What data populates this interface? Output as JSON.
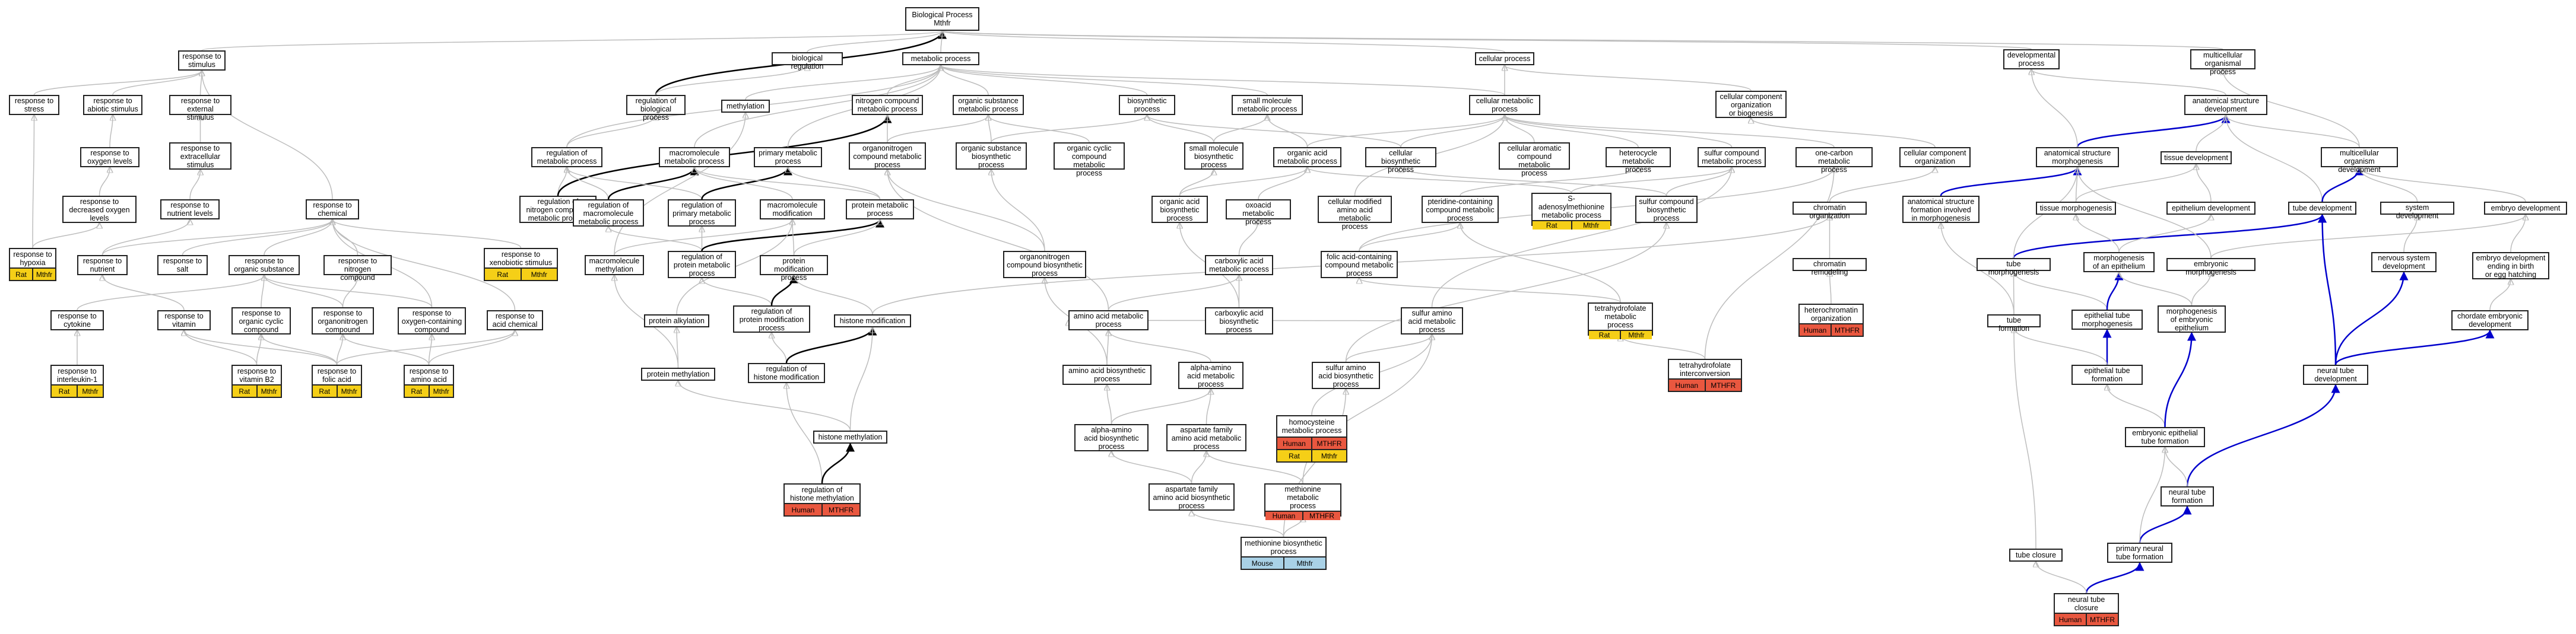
{
  "diagram": {
    "title": "Biological Process",
    "colors": {
      "Human": "#e9573f",
      "Rat": "#f5cf17",
      "Mouse": "#a9d1e6",
      "edge_gray": "#bdbdbd",
      "edge_black": "#000000",
      "edge_blue": "#0000cc"
    },
    "nodes": [
      {
        "id": "bp",
        "label": "Biological Process\nMthfr"
      },
      {
        "id": "rts",
        "label": "response to\nstimulus"
      },
      {
        "id": "rbp",
        "label": "regulation of\nbiological process"
      },
      {
        "id": "breg",
        "label": "biological regulation"
      },
      {
        "id": "meth",
        "label": "methylation"
      },
      {
        "id": "mp",
        "label": "metabolic process"
      },
      {
        "id": "cp",
        "label": "cellular process"
      },
      {
        "id": "dp",
        "label": "developmental\nprocess"
      },
      {
        "id": "mop",
        "label": "multicellular\norganismal process"
      },
      {
        "id": "rstress",
        "label": "response to\nstress"
      },
      {
        "id": "rabio",
        "label": "response to\nabiotic stimulus"
      },
      {
        "id": "rext",
        "label": "response to\nexternal stimulus"
      },
      {
        "id": "rox",
        "label": "response to\noxygen levels"
      },
      {
        "id": "rextra",
        "label": "response to\nextracellular\nstimulus"
      },
      {
        "id": "rdox",
        "label": "response to\ndecreased oxygen\nlevels"
      },
      {
        "id": "rnl",
        "label": "response to\nnutrient levels"
      },
      {
        "id": "rhyp",
        "label": "response to\nhypoxia",
        "tags": [
          {
            "sp": "Rat",
            "g": "Mthfr"
          }
        ]
      },
      {
        "id": "rchem",
        "label": "response to\nchemical"
      },
      {
        "id": "rnut",
        "label": "response to\nnutrient"
      },
      {
        "id": "rsalt",
        "label": "response to\nsalt"
      },
      {
        "id": "ros",
        "label": "response to\norganic substance"
      },
      {
        "id": "rnc",
        "label": "response to\nnitrogen compound"
      },
      {
        "id": "rxeno",
        "label": "response to\nxenobiotic stimulus",
        "tags": [
          {
            "sp": "Rat",
            "g": "Mthfr"
          }
        ]
      },
      {
        "id": "rcyt",
        "label": "response to\ncytokine"
      },
      {
        "id": "rvit",
        "label": "response to\nvitamin"
      },
      {
        "id": "rocc",
        "label": "response to\norganic cyclic\ncompound"
      },
      {
        "id": "roc",
        "label": "response to\norganonitrogen\ncompound"
      },
      {
        "id": "roxc",
        "label": "response to\noxygen-containing\ncompound"
      },
      {
        "id": "racid",
        "label": "response to\nacid chemical"
      },
      {
        "id": "ril1",
        "label": "response to\ninterleukin-1",
        "tags": [
          {
            "sp": "Rat",
            "g": "Mthfr"
          }
        ]
      },
      {
        "id": "rb2",
        "label": "response to\nvitamin B2",
        "tags": [
          {
            "sp": "Rat",
            "g": "Mthfr"
          }
        ]
      },
      {
        "id": "rfol",
        "label": "response to\nfolic acid",
        "tags": [
          {
            "sp": "Rat",
            "g": "Mthfr"
          }
        ]
      },
      {
        "id": "raa",
        "label": "response to\namino acid",
        "tags": [
          {
            "sp": "Rat",
            "g": "Mthfr"
          }
        ]
      },
      {
        "id": "rmetp",
        "label": "regulation of\nmetabolic process"
      },
      {
        "id": "ncmp",
        "label": "nitrogen compound\nmetabolic process"
      },
      {
        "id": "osmp",
        "label": "organic substance\nmetabolic process"
      },
      {
        "id": "biosp",
        "label": "biosynthetic\nprocess"
      },
      {
        "id": "smmp",
        "label": "small molecule\nmetabolic process"
      },
      {
        "id": "cmp",
        "label": "cellular metabolic\nprocess"
      },
      {
        "id": "ccob",
        "label": "cellular component\norganization\nor biogenesis"
      },
      {
        "id": "rncmp",
        "label": "regulation of\nnitrogen compound\nmetabolic process"
      },
      {
        "id": "macmp",
        "label": "macromolecule\nmetabolic process"
      },
      {
        "id": "pmp",
        "label": "primary metabolic\nprocess"
      },
      {
        "id": "oncmp",
        "label": "organonitrogen\ncompound metabolic\nprocess"
      },
      {
        "id": "osbp",
        "label": "organic substance\nbiosynthetic\nprocess"
      },
      {
        "id": "occmp",
        "label": "organic cyclic\ncompound metabolic\nprocess"
      },
      {
        "id": "smbp",
        "label": "small molecule\nbiosynthetic\nprocess"
      },
      {
        "id": "oamp",
        "label": "organic acid\nmetabolic process"
      },
      {
        "id": "cbp",
        "label": "cellular biosynthetic\nprocess"
      },
      {
        "id": "cacmp",
        "label": "cellular aromatic\ncompound metabolic\nprocess"
      },
      {
        "id": "hmp",
        "label": "heterocycle\nmetabolic process"
      },
      {
        "id": "scmp",
        "label": "sulfur compound\nmetabolic process"
      },
      {
        "id": "ocmp",
        "label": "one-carbon metabolic\nprocess"
      },
      {
        "id": "cco",
        "label": "cellular component\norganization"
      },
      {
        "id": "rmmp",
        "label": "regulation of\nmacromolecule\nmetabolic process"
      },
      {
        "id": "rpmp",
        "label": "regulation of\nprimary metabolic\nprocess"
      },
      {
        "id": "mmod",
        "label": "macromolecule\nmodification"
      },
      {
        "id": "prmp",
        "label": "protein metabolic\nprocess"
      },
      {
        "id": "oabp",
        "label": "organic acid\nbiosynthetic\nprocess"
      },
      {
        "id": "oxamp",
        "label": "oxoacid metabolic\nprocess"
      },
      {
        "id": "cmaamp",
        "label": "cellular modified\namino acid metabolic\nprocess"
      },
      {
        "id": "pccmp",
        "label": "pteridine-containing\ncompound metabolic\nprocess"
      },
      {
        "id": "samp",
        "label": "S-adenosylmethionine\nmetabolic process",
        "tags": [
          {
            "sp": "Rat",
            "g": "Mthfr"
          }
        ]
      },
      {
        "id": "scbp",
        "label": "sulfur compound\nbiosynthetic\nprocess"
      },
      {
        "id": "chrorg",
        "label": "chromatin organization"
      },
      {
        "id": "mmeth",
        "label": "macromolecule\nmethylation"
      },
      {
        "id": "rprmp",
        "label": "regulation of\nprotein metabolic\nprocess"
      },
      {
        "id": "pmod",
        "label": "protein modification\nprocess"
      },
      {
        "id": "oncbp",
        "label": "organonitrogen\ncompound biosynthetic\nprocess"
      },
      {
        "id": "cxamp",
        "label": "carboxylic acid\nmetabolic process"
      },
      {
        "id": "fccmp",
        "label": "folic acid-containing\ncompound metabolic\nprocess"
      },
      {
        "id": "thfmp",
        "label": "tetrahydrofolate\nmetabolic process",
        "tags": [
          {
            "sp": "Rat",
            "g": "Mthfr"
          }
        ]
      },
      {
        "id": "chrrem",
        "label": "chromatin remodeling"
      },
      {
        "id": "palk",
        "label": "protein alkylation"
      },
      {
        "id": "rpmod",
        "label": "regulation of\nprotein modification\nprocess"
      },
      {
        "id": "hmod",
        "label": "histone modification"
      },
      {
        "id": "aamp",
        "label": "amino acid metabolic\nprocess"
      },
      {
        "id": "cxabp",
        "label": "carboxylic acid\nbiosynthetic\nprocess"
      },
      {
        "id": "saamp",
        "label": "sulfur amino\nacid metabolic\nprocess"
      },
      {
        "id": "hcorg",
        "label": "heterochromatin\norganization",
        "tags": [
          {
            "sp": "Human",
            "g": "MTHFR"
          }
        ]
      },
      {
        "id": "pmeth",
        "label": "protein methylation"
      },
      {
        "id": "rhmod",
        "label": "regulation of\nhistone modification"
      },
      {
        "id": "aabp",
        "label": "amino acid biosynthetic\nprocess"
      },
      {
        "id": "aaamp",
        "label": "alpha-amino\nacid metabolic\nprocess"
      },
      {
        "id": "saabp",
        "label": "sulfur amino\nacid biosynthetic\nprocess"
      },
      {
        "id": "thfint",
        "label": "tetrahydrofolate\ninterconversion",
        "tags": [
          {
            "sp": "Human",
            "g": "MTHFR"
          }
        ]
      },
      {
        "id": "hcmp",
        "label": "homocysteine\nmetabolic process",
        "tags": [
          {
            "sp": "Human",
            "g": "MTHFR"
          },
          {
            "sp": "Rat",
            "g": "Mthfr"
          }
        ]
      },
      {
        "id": "aaabp",
        "label": "alpha-amino\nacid biosynthetic\nprocess"
      },
      {
        "id": "afaamp",
        "label": "aspartate family\namino acid metabolic\nprocess"
      },
      {
        "id": "hmeth",
        "label": "histone methylation"
      },
      {
        "id": "rhmeth",
        "label": "regulation of\nhistone methylation",
        "tags": [
          {
            "sp": "Human",
            "g": "MTHFR"
          }
        ]
      },
      {
        "id": "afaabp",
        "label": "aspartate family\namino acid biosynthetic\nprocess"
      },
      {
        "id": "metmp",
        "label": "methionine metabolic\nprocess",
        "tags": [
          {
            "sp": "Human",
            "g": "MTHFR"
          }
        ]
      },
      {
        "id": "metbp",
        "label": "methionine biosynthetic\nprocess",
        "tags": [
          {
            "sp": "Mouse",
            "g": "Mthfr"
          }
        ]
      },
      {
        "id": "asd",
        "label": "anatomical structure\ndevelopment"
      },
      {
        "id": "asm",
        "label": "anatomical structure\nmorphogenesis"
      },
      {
        "id": "tdev",
        "label": "tissue development"
      },
      {
        "id": "mod",
        "label": "multicellular\norganism development"
      },
      {
        "id": "asfm",
        "label": "anatomical structure\nformation involved\nin morphogenesis"
      },
      {
        "id": "tmor",
        "label": "tissue morphogenesis"
      },
      {
        "id": "edev",
        "label": "epithelium development"
      },
      {
        "id": "tubdev",
        "label": "tube development"
      },
      {
        "id": "sdev",
        "label": "system development"
      },
      {
        "id": "embdev",
        "label": "embryo development"
      },
      {
        "id": "tubmor",
        "label": "tube morphogenesis"
      },
      {
        "id": "moe",
        "label": "morphogenesis\nof an epithelium"
      },
      {
        "id": "embmor",
        "label": "embryonic morphogenesis"
      },
      {
        "id": "nsdev",
        "label": "nervous system\ndevelopment"
      },
      {
        "id": "embegg",
        "label": "embryo development\nending in birth\nor egg hatching"
      },
      {
        "id": "tubform",
        "label": "tube formation"
      },
      {
        "id": "etmor",
        "label": "epithelial tube\nmorphogenesis"
      },
      {
        "id": "moee",
        "label": "morphogenesis\nof embryonic\nepithelium"
      },
      {
        "id": "chordev",
        "label": "chordate embryonic\ndevelopment"
      },
      {
        "id": "etform",
        "label": "epithelial tube\nformation"
      },
      {
        "id": "ntdev",
        "label": "neural tube\ndevelopment"
      },
      {
        "id": "eetform",
        "label": "embryonic epithelial\ntube formation"
      },
      {
        "id": "ntform",
        "label": "neural tube\nformation"
      },
      {
        "id": "pntform",
        "label": "primary neural\ntube formation"
      },
      {
        "id": "tclos",
        "label": "tube closure"
      },
      {
        "id": "ntclos",
        "label": "neural tube\nclosure",
        "tags": [
          {
            "sp": "Human",
            "g": "MTHFR"
          }
        ]
      }
    ]
  }
}
